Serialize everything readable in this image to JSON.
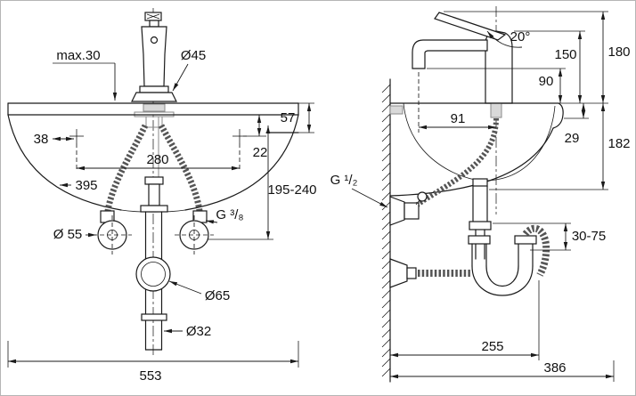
{
  "front_view": {
    "dims": {
      "max_mount": "max.30",
      "escutcheon_dia": "Ø45",
      "edge_height": "57",
      "hole_offset": "38",
      "hole_spacing": "280",
      "hole_drop": "22",
      "rim_width": "395",
      "hose_length": "195-240",
      "supply_thread": "G ³/₈",
      "hole_dia": "Ø 55",
      "trap_dia": "Ø65",
      "tailpipe_dia": "Ø32",
      "overall_width": "553"
    }
  },
  "side_view": {
    "dims": {
      "lever_angle": "20°",
      "overall_height": "180",
      "spout_height": "150",
      "aerator_height": "90",
      "spout_reach": "91",
      "rim_height": "29",
      "bowl_depth": "182",
      "inlet_thread": "G ¹/₂",
      "trap_adjust": "30-75",
      "trap_depth": "255",
      "overall_depth": "386"
    }
  }
}
